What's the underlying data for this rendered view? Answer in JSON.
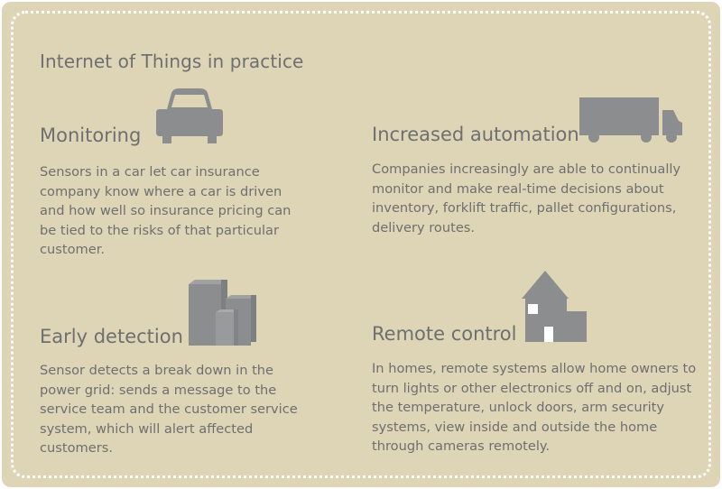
{
  "title": "Internet of Things in practice",
  "sections": [
    {
      "heading": "Monitoring",
      "icon": "car-icon",
      "body": "Sensors in a car let car insurance company know where a car is driven and how well so insurance pricing can be tied to the risks of that particular customer."
    },
    {
      "heading": "Increased automation",
      "icon": "truck-icon",
      "body": "Companies increasingly are able to continually monitor and make real-time decisions about inventory, forklift traffic, pallet configurations, delivery routes."
    },
    {
      "heading": "Early detection",
      "icon": "buildings-icon",
      "body": "Sensor detects a break down in the power grid: sends a message to the service team and the customer service system, which will alert affected customers."
    },
    {
      "heading": "Remote control",
      "icon": "house-icon",
      "body": "In homes, remote systems allow home owners to turn lights or other electronics off and on, adjust the temperature, unlock doors, arm security systems, view inside and outside the home through cameras remotely."
    }
  ],
  "colors": {
    "background": "#ddd5b5",
    "text": "#6e6f70",
    "icon": "#8c8d8f",
    "border": "#ffffff"
  }
}
